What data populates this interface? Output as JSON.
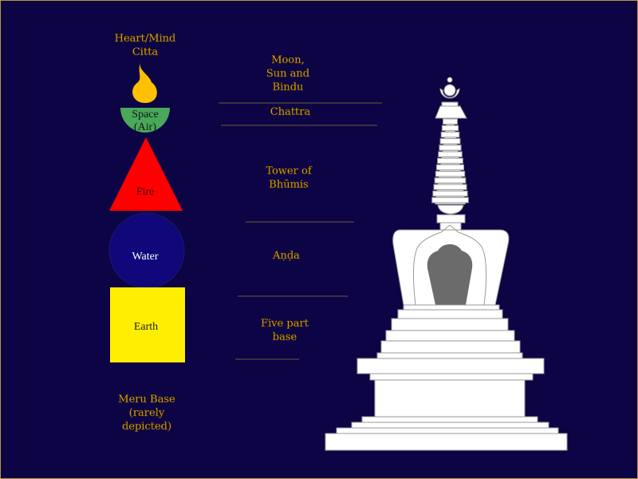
{
  "labels": {
    "heart_mind": [
      "Heart/Mind",
      "Citta"
    ],
    "moon_sun_bindu": [
      "Moon,",
      "Sun and",
      "Bindu"
    ],
    "chattra": "Chattra",
    "tower": [
      "Tower of",
      "Bhūmis"
    ],
    "anda": "Aṇḍa",
    "base": [
      "Five part",
      "base"
    ],
    "meru": [
      "Meru Base",
      "(rarely",
      "depicted)"
    ]
  },
  "elements": {
    "space": [
      "Space",
      "(Air)"
    ],
    "fire": "Fire",
    "water": "Water",
    "earth": "Earth"
  },
  "colors": {
    "background": "#0c0445",
    "label": "#f0b400",
    "flame": "#ffc000",
    "space": "#4aa85a",
    "fire": "#ff0000",
    "water": "#10087a",
    "earth": "#ffee00",
    "niche": "#6b6b6b"
  }
}
